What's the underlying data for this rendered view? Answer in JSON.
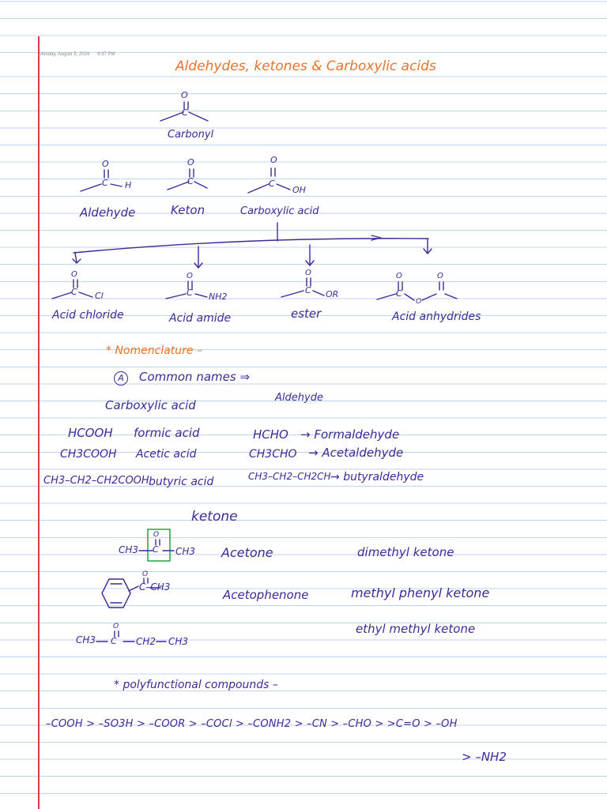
{
  "timestamp": {
    "date": "Monday, August 5, 2024",
    "time": "9:37 PM"
  },
  "title": "Aldehydes, ketones & Carboxylic acids",
  "structures": {
    "carbonyl": {
      "o": "O",
      "c": "C",
      "label": "Carbonyl"
    },
    "aldehyde": {
      "o": "O",
      "c": "C",
      "h": "H",
      "label": "Aldehyde"
    },
    "ketone": {
      "o": "O",
      "c": "C",
      "label": "Keton"
    },
    "carboxylic": {
      "o": "O",
      "c": "C",
      "oh": "OH",
      "label": "Carboxylic acid"
    }
  },
  "derivatives": [
    {
      "o": "O",
      "c": "C",
      "sub": "Cl",
      "label": "Acid chloride"
    },
    {
      "o": "O",
      "c": "C",
      "sub": "NH2",
      "label": "Acid amide"
    },
    {
      "o": "O",
      "c": "C",
      "sub": "OR",
      "label": "ester"
    },
    {
      "o1": "O",
      "o2": "O",
      "c": "C",
      "bridge": "O",
      "label": "Acid anhydrides"
    }
  ],
  "nomenclature": {
    "heading": "* Nomenclature –",
    "common_marker": "A",
    "common_heading": "Common names ⇒",
    "carboxylic_col": "Carboxylic acid",
    "aldehyde_col": "Aldehyde",
    "rows": [
      {
        "acid_formula": "HCOOH",
        "acid_name": "formic acid",
        "ald_formula": "HCHO",
        "ald_name": "Formaldehyde"
      },
      {
        "acid_formula": "CH3COOH",
        "acid_name": "Acetic acid",
        "ald_formula": "CH3CHO",
        "ald_name": "Acetaldehyde"
      },
      {
        "acid_formula": "CH3–CH2–CH2COOH",
        "acid_name": "butyric acid",
        "ald_formula": "CH3–CH2–CH2CH",
        "ald_name": "butyraldehyde"
      }
    ],
    "ketone_heading": "ketone",
    "ketones": [
      {
        "name": "Acetone",
        "alt": "dimethyl ketone"
      },
      {
        "name": "Acetophenone",
        "alt": "methyl phenyl ketone"
      },
      {
        "name": "",
        "alt": "ethyl methyl ketone"
      }
    ]
  },
  "formulas": {
    "ch3": "CH3",
    "c": "C",
    "o": "O",
    "ch2": "CH2",
    "c_ch3": "C–CH3"
  },
  "polyfunctional": {
    "heading": "* polyfunctional compounds –",
    "order_line": "–COOH > –SO3H > –COOR > –COCl > –CONH2 > –CN > –CHO > >C=O > –OH",
    "order_line2": "> –NH2"
  }
}
